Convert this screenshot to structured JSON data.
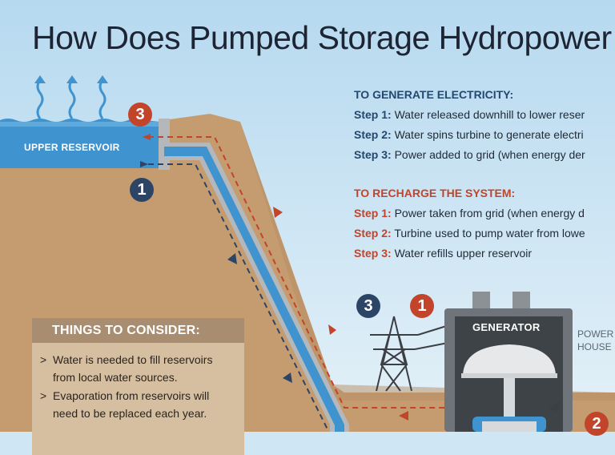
{
  "title": "How Does Pumped Storage Hydropower",
  "generate": {
    "heading": "TO GENERATE ELECTRICITY:",
    "steps": [
      {
        "label": "Step 1:",
        "text": "Water released downhill to lower reser"
      },
      {
        "label": "Step 2:",
        "text": "Water spins turbine to generate electri"
      },
      {
        "label": "Step 3:",
        "text": "Power added to grid (when energy der"
      }
    ]
  },
  "recharge": {
    "heading": "TO RECHARGE THE SYSTEM:",
    "steps": [
      {
        "label": "Step 1:",
        "text": "Power taken from grid (when energy d"
      },
      {
        "label": "Step 2:",
        "text": "Turbine used to pump water from lowe"
      },
      {
        "label": "Step 3:",
        "text": "Water refills upper reservoir"
      }
    ]
  },
  "diagram": {
    "upper_reservoir": "UPPER RESERVOIR",
    "generator": "GENERATOR",
    "powerhouse_line1": "POWER",
    "powerhouse_line2": "HOUSE",
    "badges": {
      "top_red": "3",
      "top_blue": "1",
      "tower_blue": "3",
      "tower_red": "1",
      "bottom_red": "2"
    }
  },
  "consider": {
    "heading": "THINGS TO CONSIDER:",
    "items": [
      {
        "line1": "Water is needed to fill reservoirs",
        "line2": "from local water sources."
      },
      {
        "line1": "Evaporation from reservoirs will",
        "line2": "need to be replaced each year."
      }
    ]
  },
  "colors": {
    "sky_top": "#bcdcf0",
    "ground": "#c59c70",
    "water": "#3f93cf",
    "accent_red": "#c2442a",
    "accent_blue": "#2c4566"
  },
  "icons": [
    "evaporation-arrow-icon",
    "transmission-tower-icon"
  ]
}
